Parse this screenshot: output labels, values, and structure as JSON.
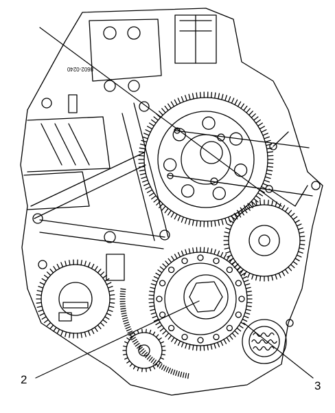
{
  "callouts": [
    {
      "label": "2"
    },
    {
      "label": "3"
    }
  ],
  "part_stamp": "8602-0240",
  "colors": {
    "line": "#000000",
    "background": "#ffffff"
  }
}
